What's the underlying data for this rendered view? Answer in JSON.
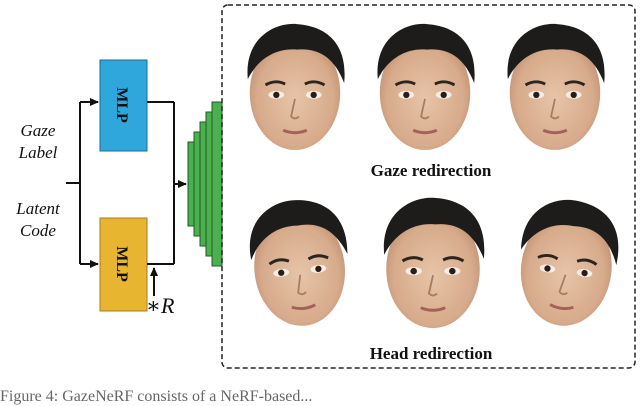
{
  "inputs": {
    "gaze_label_line1": "Gaze",
    "gaze_label_line2": "Label",
    "latent_code_line1": "Latent",
    "latent_code_line2": "Code"
  },
  "mlp_top": {
    "label": "MLP",
    "color": "#2fa7dc"
  },
  "mlp_bottom": {
    "label": "MLP",
    "color": "#e8b531"
  },
  "rotation_label": "∗R",
  "decoder_color": "#4caf50",
  "gaze_redirection_caption": "Gaze redirection",
  "head_redirection_caption": "Head redirection",
  "figure_caption": "Figure 4: GazeNeRF consists of a NeRF-based..."
}
